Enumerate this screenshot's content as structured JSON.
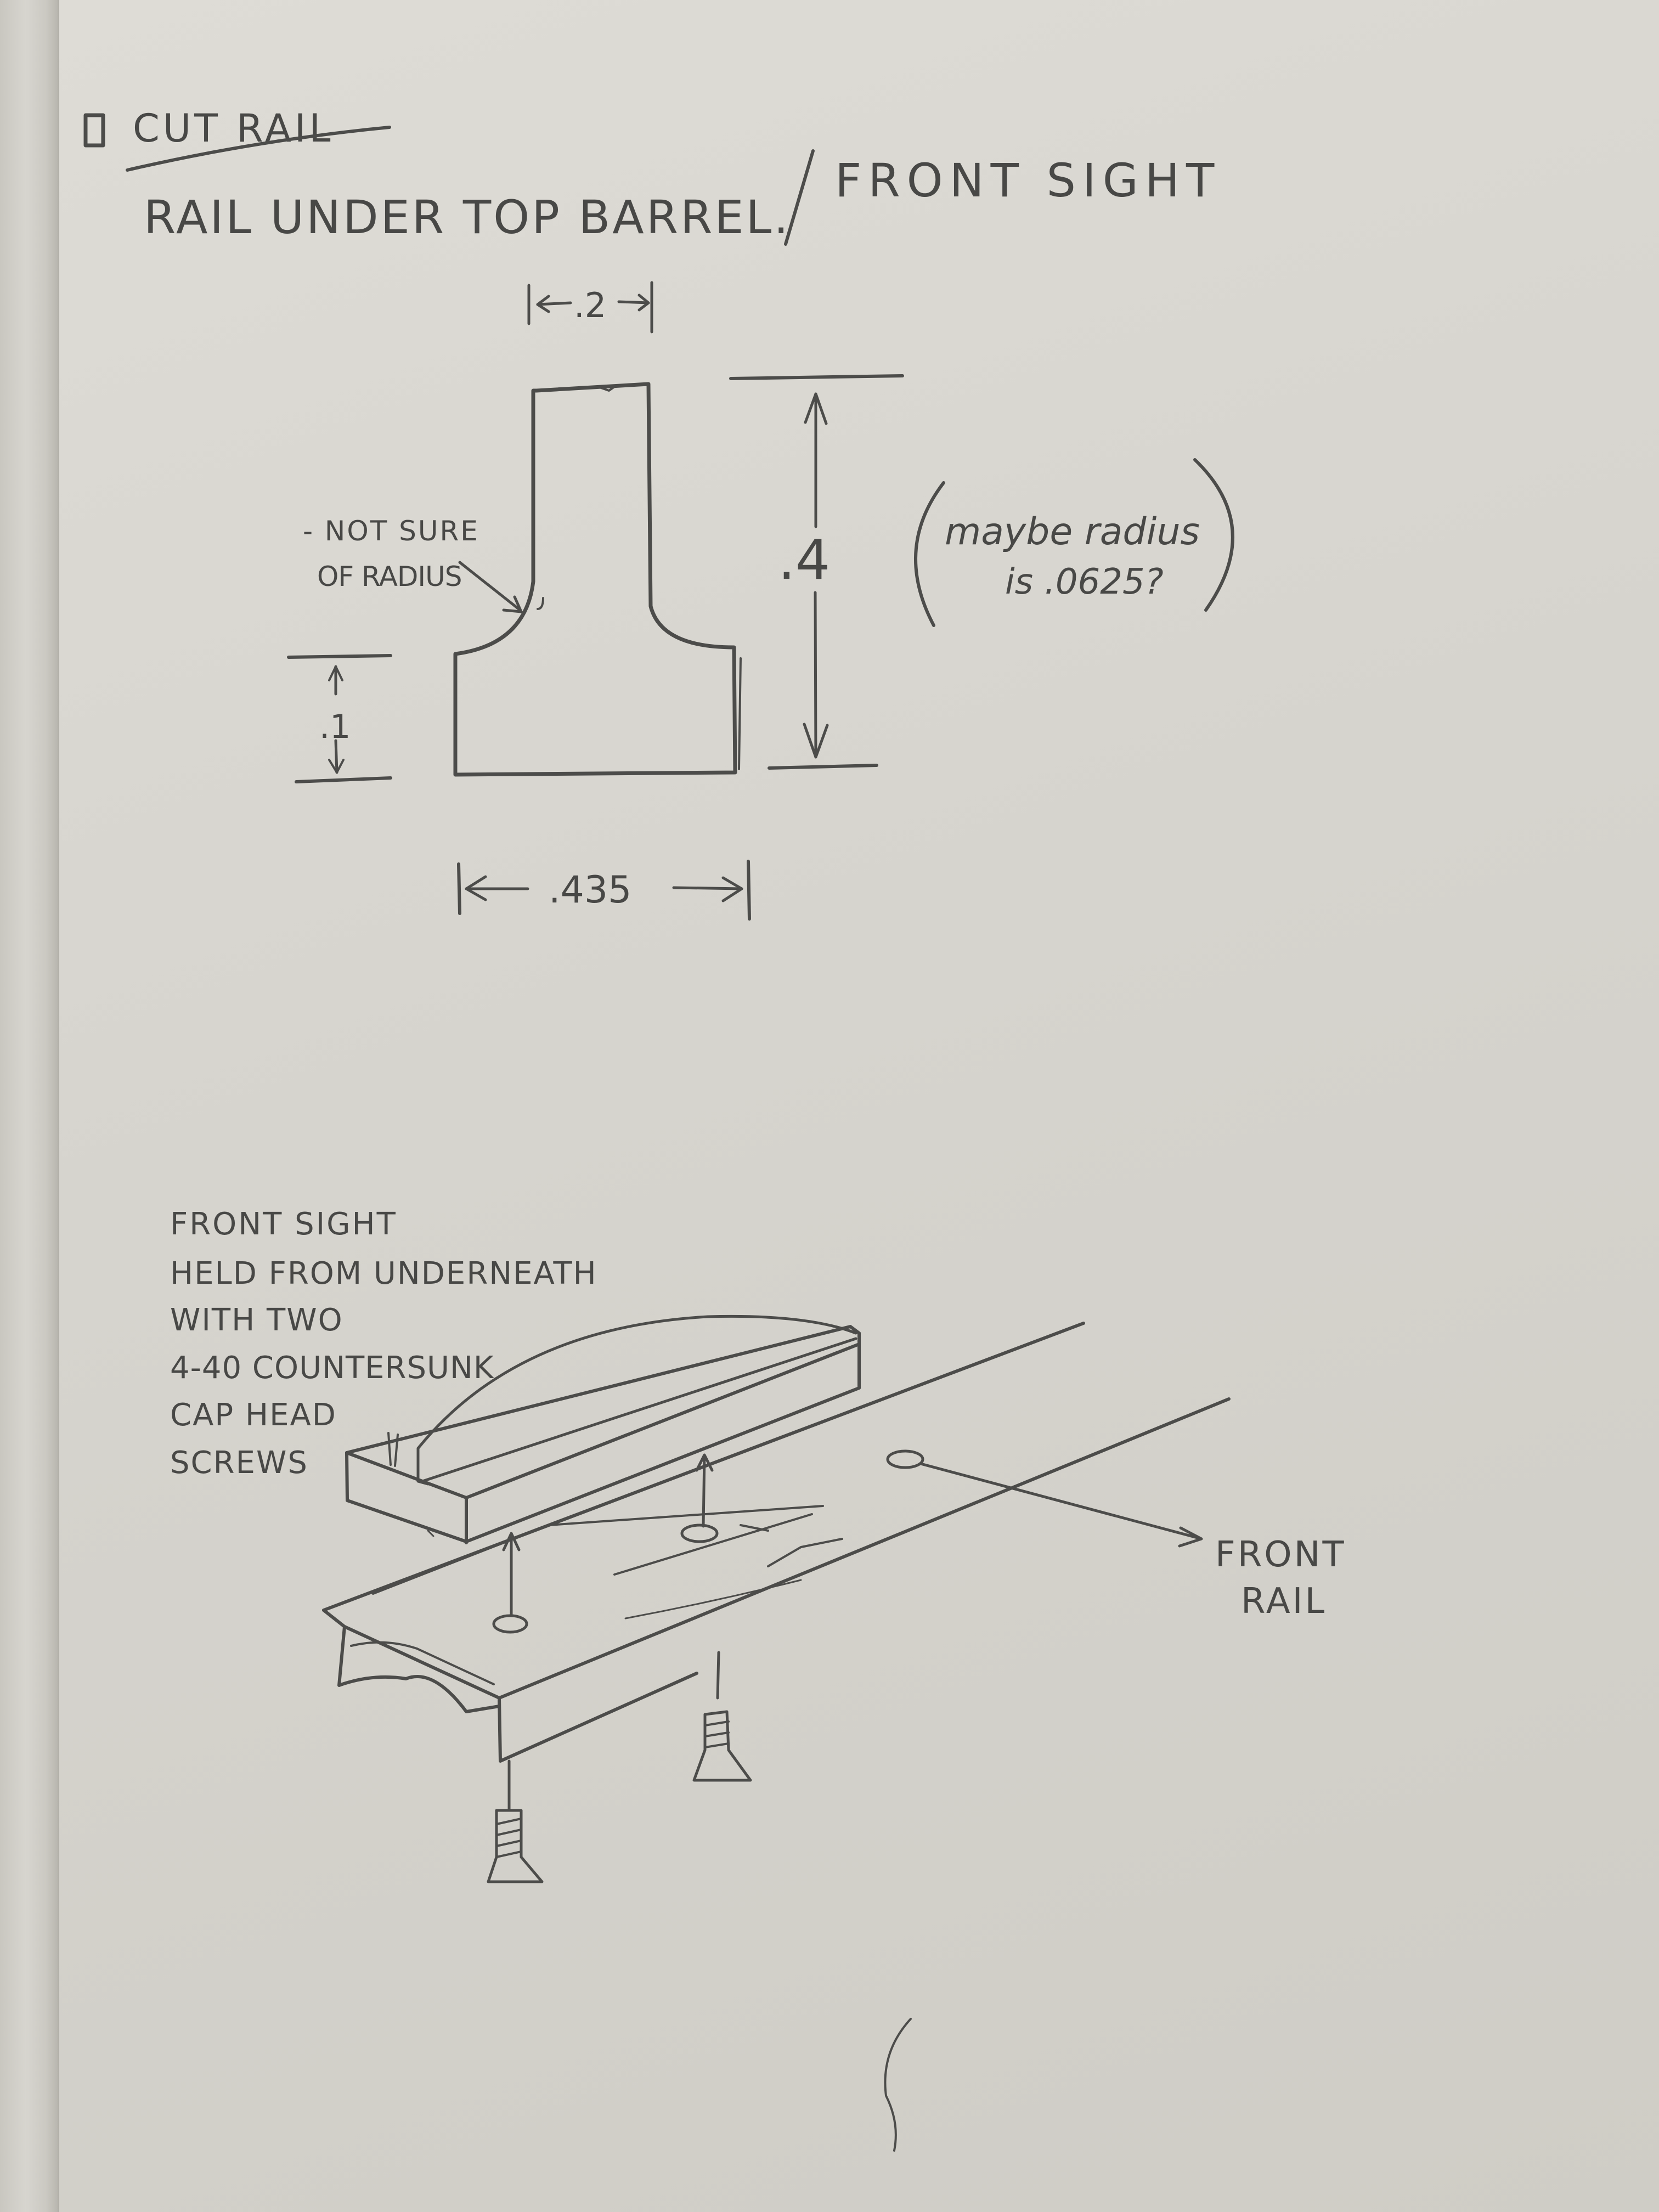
{
  "heading": {
    "checkbox_label": "CUT RAIL",
    "title_left": "RAIL UNDER TOP BARREL.",
    "title_right": "FRONT SIGHT"
  },
  "profile_drawing": {
    "dim_top_width": ".2",
    "dim_height": ".4",
    "dim_base_height": ".1",
    "dim_base_width": ".435",
    "note_radius_line1": "- NOT SURE",
    "note_radius_line2": "OF RADIUS",
    "note_maybe_line1": "maybe radius",
    "note_maybe_line2": "is .0625?"
  },
  "assembly_drawing": {
    "note_lines": [
      "FRONT SIGHT",
      "HELD FROM UNDERNEATH",
      "WITH TWO",
      "4-40 COUNTERSUNK",
      "CAP HEAD",
      "SCREWS"
    ],
    "rail_label_line1": "FRONT",
    "rail_label_line2": "RAIL"
  }
}
